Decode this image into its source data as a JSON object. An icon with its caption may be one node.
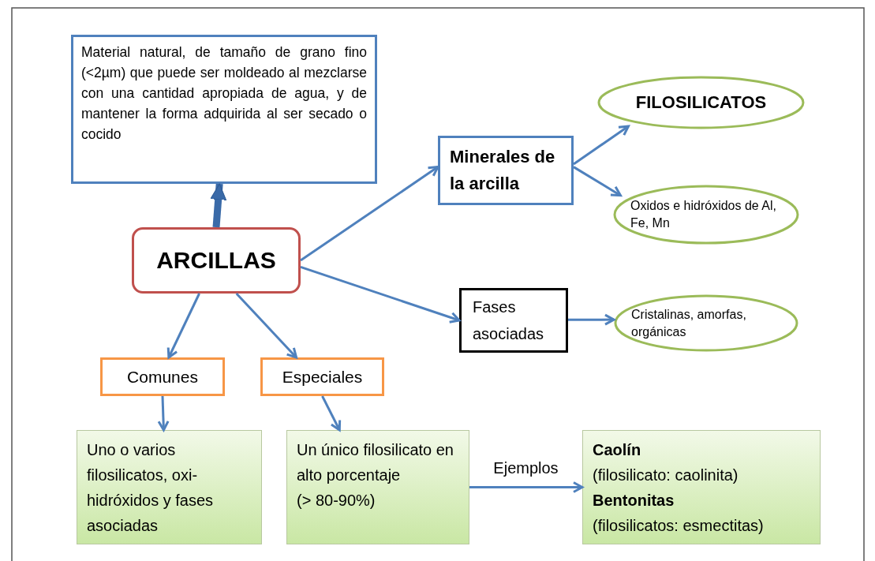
{
  "diagram": {
    "nodes": [
      {
        "text": [
          "Material natural, de tamaño de grano fino (<2µm) que puede ser moldeado al mezclarse con una cantidad apropiada de agua, y de mantener la forma adquirida al ser secado o cocido"
        ]
      },
      {
        "text": [
          "ARCILLAS"
        ]
      },
      {
        "text": [
          "Minerales de la arcilla"
        ]
      },
      {
        "text": [
          "FILOSILICATOS"
        ]
      },
      {
        "text": [
          "Oxidos e hidróxidos de Al, Fe, Mn"
        ]
      },
      {
        "text": [
          "Fases asociadas"
        ]
      },
      {
        "text": [
          "Cristalinas, amorfas, orgánicas"
        ]
      },
      {
        "text": [
          "Comunes"
        ]
      },
      {
        "text": [
          "Especiales"
        ]
      },
      {
        "text": [
          "Uno o varios filosilicatos,  oxi-hidróxidos y fases asociadas"
        ]
      },
      {
        "text": [
          "Un único filosilicato en alto porcentaje",
          "(> 80-90%)"
        ]
      },
      {
        "text": [
          "Caolín",
          "(filosilicato: caolinita)",
          "Bentonitas",
          "(filosilicatos: esmectitas)"
        ]
      }
    ],
    "edges": [
      {
        "from": 1,
        "to": 0,
        "arrow": "to",
        "style": "thick"
      },
      {
        "from": 1,
        "to": 2,
        "arrow": "to"
      },
      {
        "from": 2,
        "to": 3,
        "arrow": "to"
      },
      {
        "from": 2,
        "to": 4,
        "arrow": "to"
      },
      {
        "from": 1,
        "to": 5,
        "arrow": "to"
      },
      {
        "from": 5,
        "to": 6,
        "arrow": "to"
      },
      {
        "from": 1,
        "to": 7,
        "arrow": "to"
      },
      {
        "from": 1,
        "to": 8,
        "arrow": "to"
      },
      {
        "from": 7,
        "to": 9,
        "arrow": "to"
      },
      {
        "from": 8,
        "to": 10,
        "arrow": "to"
      },
      {
        "from": 10,
        "to": 11,
        "arrow": "to",
        "label": "Ejemplos"
      }
    ]
  }
}
